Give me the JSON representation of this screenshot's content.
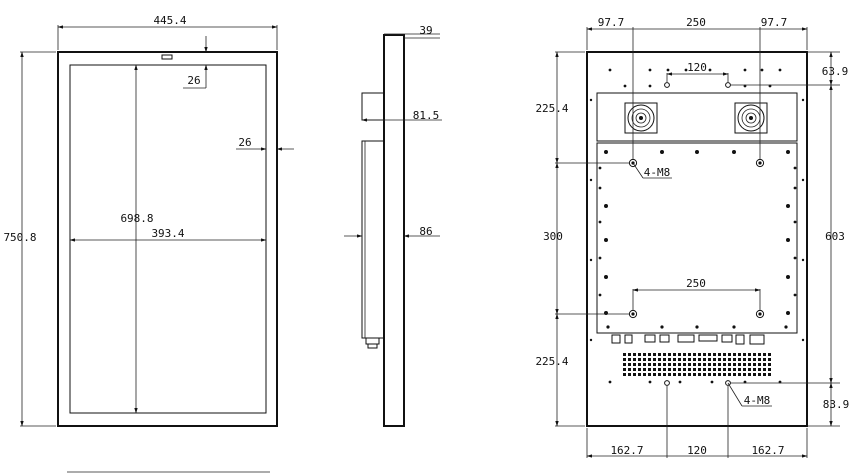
{
  "front_view": {
    "overall_width": "445.4",
    "overall_height": "750.8",
    "bezel_top": "26",
    "bezel_side": "26",
    "display_height": "698.8",
    "display_width": "393.4"
  },
  "side_view": {
    "top_depth": "39",
    "mount_depth": "81.5",
    "total_depth": "86"
  },
  "rear_view": {
    "top_left_offset": "97.7",
    "top_middle": "250",
    "top_right_offset": "97.7",
    "fan_bolt_spacing": "120",
    "fan_bolt_offset": "63.9",
    "upper_left_height": "225.4",
    "middle_left_height": "300",
    "lower_left_height": "225.4",
    "right_height": "603",
    "bottom_right_offset": "83.9",
    "bolt_spacing": "250",
    "upper_thread_label": "4-M8",
    "lower_thread_label": "4-M8",
    "bottom_left_offset": "162.7",
    "bottom_middle": "120",
    "bottom_right": "162.7"
  },
  "colors": {
    "line": "#111111",
    "background": "#ffffff"
  }
}
